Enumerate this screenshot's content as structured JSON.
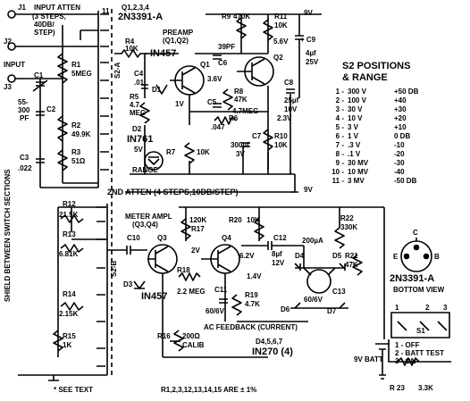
{
  "connectors": {
    "j1_label": "J1",
    "input_atten": "INPUT ATTEN",
    "atten_steps": "(3 STEPS,",
    "atten_db": "40DB/",
    "atten_step": "STEP)",
    "j2_label": "J2",
    "input_label": "INPUT",
    "j3_label": "J3"
  },
  "transistors": {
    "part_list": "Q1,2,3,4",
    "part_type": "2N3391-A",
    "q1": "Q1",
    "q2": "Q2",
    "q3": "Q3",
    "q4": "Q4",
    "preamp_title": "PREAMP",
    "preamp_sub": "(Q1,Q2)",
    "meter_title": "METER AMPL",
    "meter_sub": "(Q3,Q4)"
  },
  "resistors": {
    "r1": "R1",
    "r1v": "5MEG",
    "r2": "R2",
    "r2v": "49.9K",
    "r3": "R3",
    "r3v": "51Ω",
    "r4": "R4",
    "r4v": "10K",
    "r5": "R5",
    "r5v": "4.7",
    "r5u": "MEG",
    "r6": "R6",
    "r6v": "4.7MEG",
    "r7": "R7",
    "r7v": "10K",
    "r8": "R8",
    "r8v": "47K",
    "r9": "R9",
    "r9v": "470K",
    "r10": "R10",
    "r10v": "10K",
    "r11": "R11",
    "r11v": "10K",
    "r12": "R12",
    "r12v": "21.5K",
    "r13": "R13",
    "r13v": "6.81K",
    "r14": "R14",
    "r14v": "2.15K",
    "r15": "R15",
    "r15v": "1K",
    "r16": "R16",
    "r16v": "200Ω",
    "calib": "CALIB",
    "r17": "R17",
    "r17v": "120K",
    "r18": "R18",
    "r18v": "2.2 MEG",
    "r19": "R19",
    "r19v": "4.7K",
    "r20": "R20",
    "r20v": "10K",
    "r21": "R21",
    "r21v": "47K",
    "r22": "R22",
    "r22v": "330K",
    "r23": "R 23",
    "r23v": "3.3K"
  },
  "capacitors": {
    "c1": "C1",
    "c1v1": "55-",
    "c1v2": "300",
    "c1v3": "PF",
    "c2": "C2",
    "c3": "C3",
    "c3v": ".022",
    "c4": "C4",
    "c4v": ".01",
    "c5": "C5",
    "c5v": ".047",
    "c6": "C6",
    "c6v": "39PF",
    "c7": "C7",
    "c7v1": "300µf",
    "c7v2": "3V",
    "c8": "C8",
    "c8v1": "25µf",
    "c8v2": "10V",
    "c9": "+ C9",
    "c9v1": "4µf",
    "c9v2": "25V",
    "c10": "C10",
    "c11": "C11",
    "c11v": "60/6V",
    "c12": "C12",
    "c12v1": "8µf",
    "c12v2": "12V",
    "c13": "C13",
    "c13v": "60/6V"
  },
  "diodes": {
    "d1": "D1",
    "d1_type": "IN457",
    "d2": "D2",
    "d2_type": "IN761",
    "d2v": "5V",
    "d3": "D3",
    "d3_type": "IN457",
    "d4": "D4",
    "d5": "D5",
    "d6": "D6",
    "d7": "D7",
    "d4567": "D4,5,6,7",
    "d4567_type": "IN270 (4)"
  },
  "voltages": {
    "v_9a": "9V",
    "v_9b": "9V",
    "v36": "3.6V",
    "v1": "1V",
    "v56": "5.6V",
    "v23": "2.3V",
    "v2": "2V",
    "v62": "6.2V",
    "v14": "1.4V",
    "meter": "200µA",
    "battery": "9V BATT"
  },
  "switches": {
    "s2a": "S2-A",
    "s2b": "S2-B",
    "range": "RANGE",
    "second_atten": "2ND ATTEN (4 STEPS,10DB/STEP)",
    "shield": "SHIELD BETWEEN SWITCH SECTIONS",
    "s1": "S1",
    "s1_1": "1 - OFF",
    "s1_2": "2 - BATT TEST",
    "s1_3": "3 - ON",
    "sw1": "1",
    "sw2": "2",
    "sw3": "3"
  },
  "ac_feedback": "AC FEEDBACK (CURRENT)",
  "s2_table": {
    "title_1": "S2 POSITIONS",
    "title_2": "& RANGE",
    "rows": [
      {
        "n": "1",
        "v": "300 V",
        "db": "+50 DB"
      },
      {
        "n": "2",
        "v": "100 V",
        "db": "+40"
      },
      {
        "n": "3",
        "v": "30 V",
        "db": "+30"
      },
      {
        "n": "4",
        "v": "10 V",
        "db": "+20"
      },
      {
        "n": "5",
        "v": "3 V",
        "db": "+10"
      },
      {
        "n": "6",
        "v": "1 V",
        "db": "0 DB"
      },
      {
        "n": "7",
        "v": ".3 V",
        "db": "-10"
      },
      {
        "n": "8",
        "v": ".1 V",
        "db": "-20"
      },
      {
        "n": "9",
        "v": "30 MV",
        "db": "-30"
      },
      {
        "n": "10",
        "v": "10 MV",
        "db": "-40"
      },
      {
        "n": "11",
        "v": "3 MV",
        "db": "-50 DB"
      }
    ]
  },
  "pinout": {
    "part": "2N3391-A",
    "view": "BOTTOM VIEW",
    "e": "E",
    "b": "B",
    "c": "C"
  },
  "footer": {
    "see_text": "* SEE TEXT",
    "tolerance": "R1,2,3,12,13,14,15 ARE ± 1%"
  },
  "colors": {
    "ink": "#000000",
    "paper": "#ffffff"
  }
}
